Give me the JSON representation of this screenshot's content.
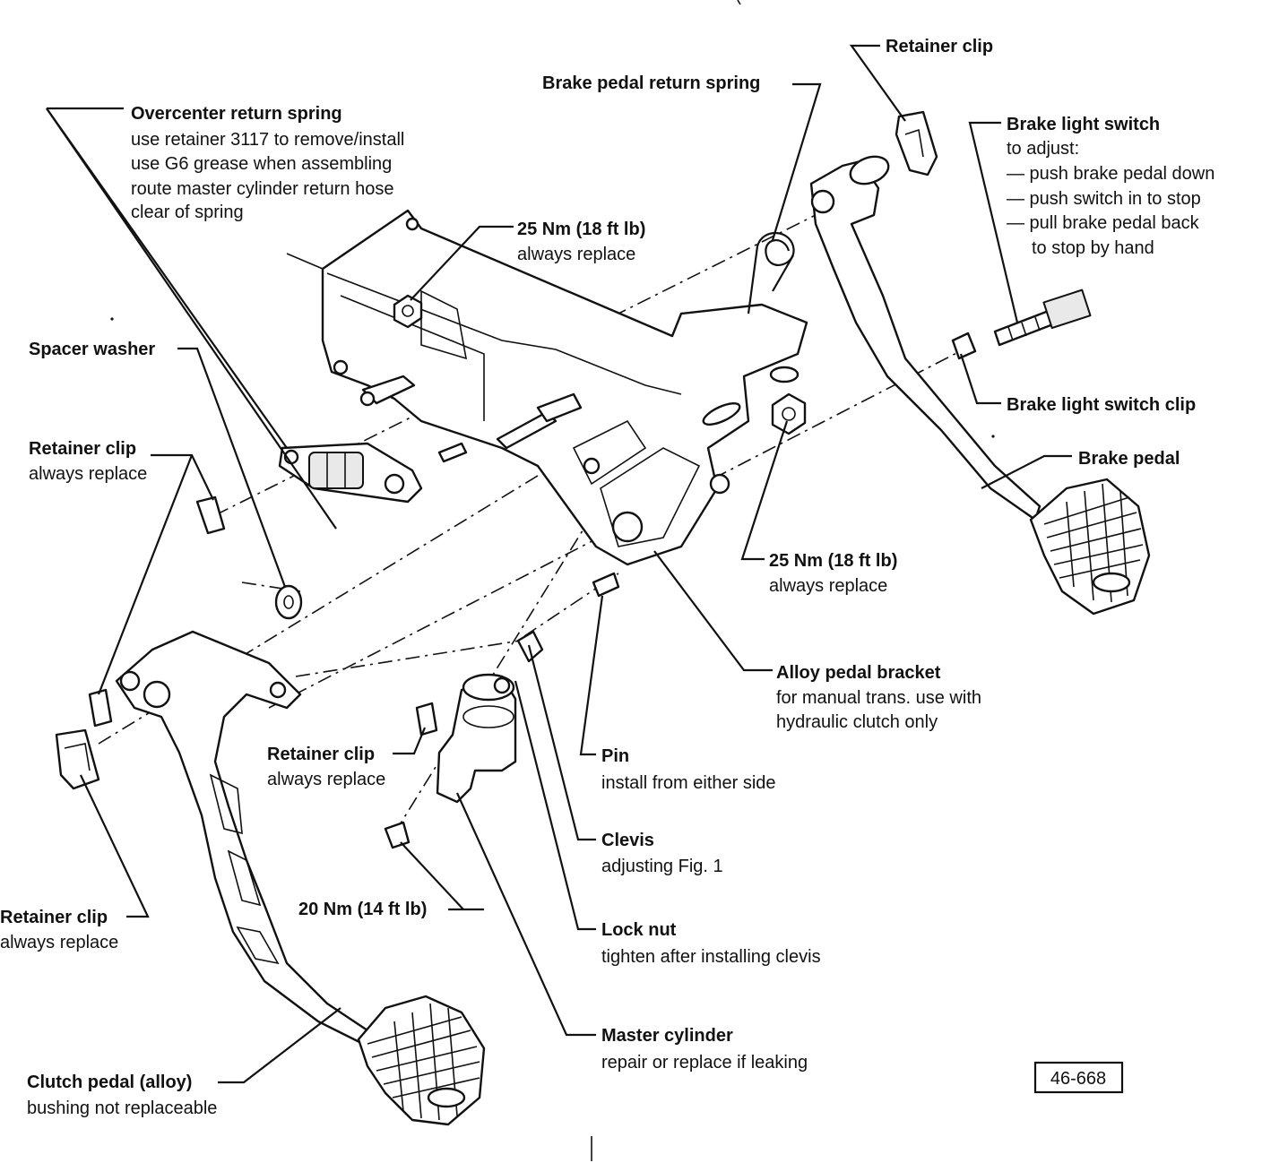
{
  "labels": {
    "overcenter": {
      "title": "Overcenter return spring",
      "lines": [
        "use retainer 3117 to remove/install",
        "use G6 grease when assembling",
        "route master cylinder return hose",
        "clear of spring"
      ]
    },
    "torque_top": {
      "title": "25 Nm (18 ft lb)",
      "note": "always replace"
    },
    "brake_return_spring": {
      "title": "Brake pedal return spring"
    },
    "retainer_top": {
      "title": "Retainer clip"
    },
    "brake_light_switch": {
      "title": "Brake light switch",
      "lines": [
        "to adjust:",
        "— push brake pedal down",
        "— push switch in to stop",
        "— pull brake pedal back",
        "to stop by hand"
      ]
    },
    "spacer_washer": {
      "title": "Spacer washer"
    },
    "retainer_left": {
      "title": "Retainer clip",
      "note": "always replace"
    },
    "brake_light_switch_clip": {
      "title": "Brake light switch clip"
    },
    "brake_pedal": {
      "title": "Brake pedal"
    },
    "torque_right": {
      "title": "25 Nm (18 ft lb)",
      "note": "always replace"
    },
    "alloy_bracket": {
      "title": "Alloy pedal bracket",
      "lines": [
        "for manual trans. use with",
        "hydraulic clutch only"
      ]
    },
    "retainer_mid": {
      "title": "Retainer clip",
      "note": "always replace"
    },
    "pin": {
      "title": "Pin",
      "note": "install from either side"
    },
    "clevis": {
      "title": "Clevis",
      "note": "adjusting Fig. 1"
    },
    "retainer_bottom": {
      "title": "Retainer clip",
      "note": "always replace"
    },
    "torque_bottom": {
      "title": "20 Nm (14 ft lb)"
    },
    "lock_nut": {
      "title": "Lock nut",
      "note": "tighten after installing clevis"
    },
    "master_cylinder": {
      "title": "Master cylinder",
      "note": "repair or replace if leaking"
    },
    "clutch_pedal": {
      "title": "Clutch pedal (alloy)",
      "note": "bushing not replaceable"
    }
  },
  "figure_number": "46-668"
}
